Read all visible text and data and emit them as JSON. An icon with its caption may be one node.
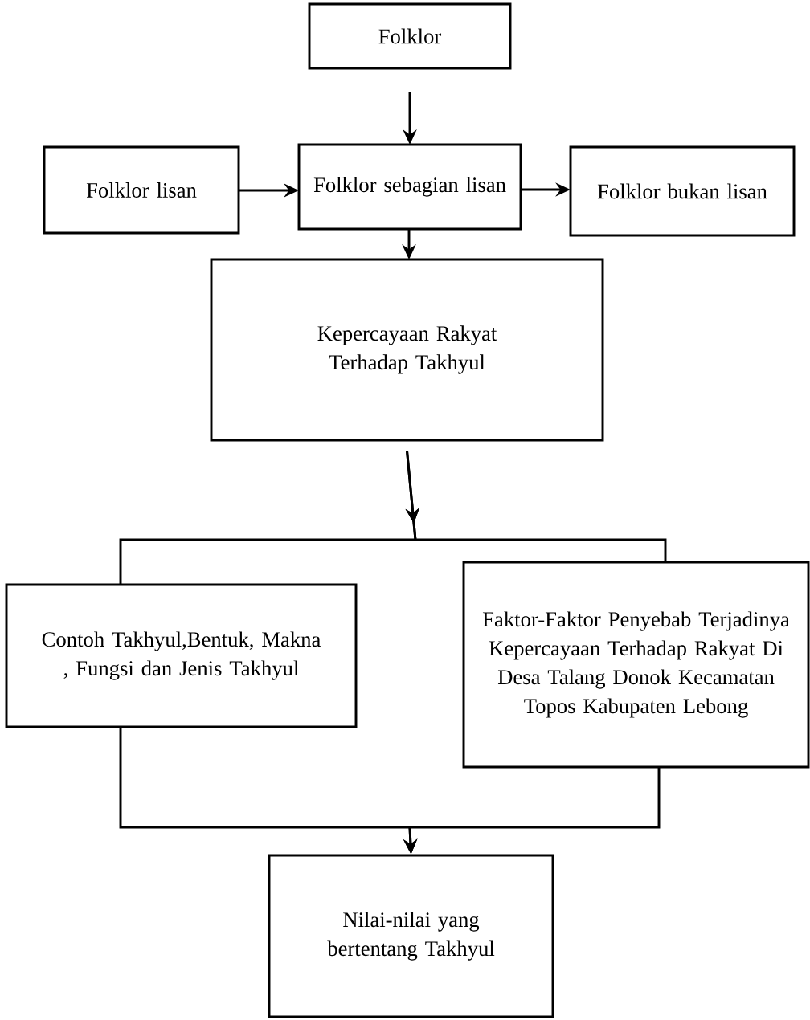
{
  "diagram": {
    "nodes": [
      {
        "text": [
          "Folklor"
        ]
      },
      {
        "text": [
          "Folklor lisan"
        ]
      },
      {
        "text": [
          "Folklor sebagian lisan"
        ]
      },
      {
        "text": [
          "Folklor bukan lisan"
        ]
      },
      {
        "text": [
          "Kepercayaan Rakyat Terhadap Takhyul"
        ]
      },
      {
        "text": [
          "Contoh Takhyul,Bentuk, Makna , Fungsi dan Jenis Takhyul"
        ]
      },
      {
        "text": [
          "Faktor-Faktor Penyebab Terjadinya Kepercayaan Terhadap Rakyat Di Desa Talang Donok Kecamatan Topos Kabupaten Lebong"
        ]
      },
      {
        "text": [
          "Nilai-nilai yang bertentang Takhyul"
        ]
      }
    ],
    "edges": [
      {
        "from": 0,
        "to": 2,
        "arrow": "to"
      },
      {
        "from": 1,
        "to": 2,
        "arrow": "to"
      },
      {
        "from": 2,
        "to": 3,
        "arrow": "to"
      },
      {
        "from": 2,
        "to": 4,
        "arrow": "to"
      },
      {
        "from": 4,
        "to": 5,
        "arrow": "to"
      },
      {
        "from": 4,
        "to": 6,
        "arrow": "to"
      },
      {
        "from": 5,
        "to": 7,
        "arrow": "to"
      },
      {
        "from": 6,
        "to": 7,
        "arrow": "to"
      }
    ]
  }
}
